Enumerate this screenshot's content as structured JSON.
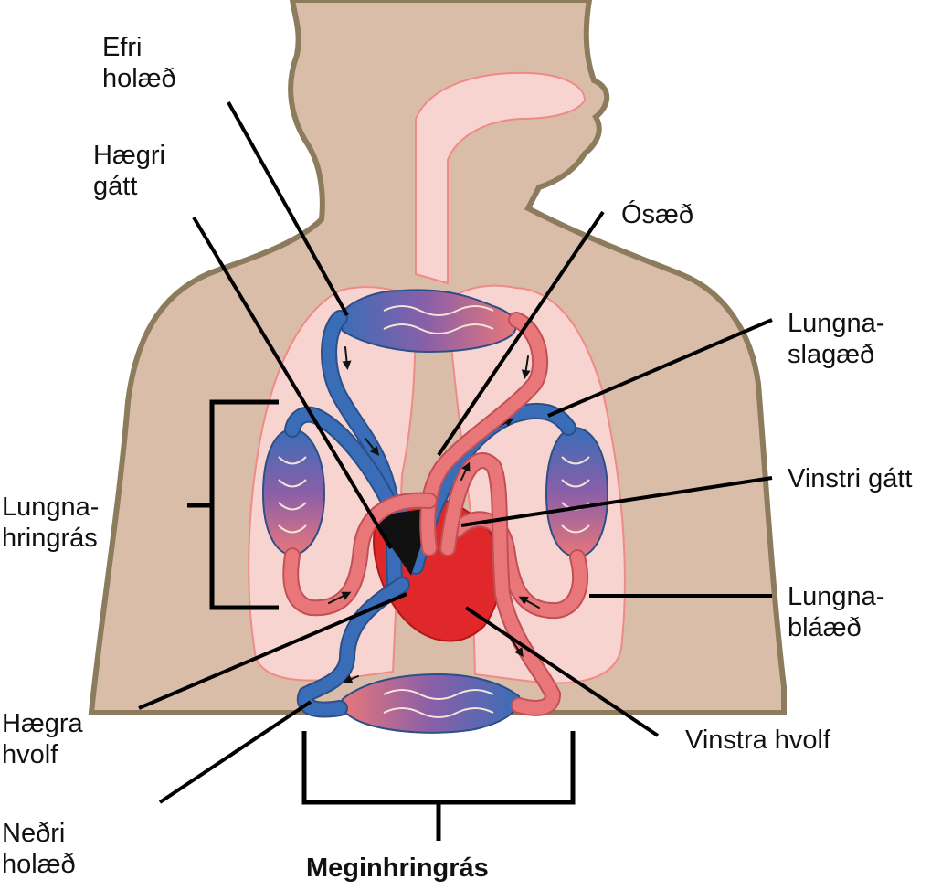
{
  "labels": {
    "superior_vena_cava": [
      "Efri",
      "holæð"
    ],
    "right_atrium": [
      "Hægri",
      "gátt"
    ],
    "aorta": [
      "Ósæð"
    ],
    "pulmonary_artery": [
      "Lungna-",
      "slagæð"
    ],
    "left_atrium": [
      "Vinstri gátt"
    ],
    "pulmonary_circulation": [
      "Lungna-",
      "hringrás"
    ],
    "pulmonary_vein": [
      "Lungna-",
      "bláæð"
    ],
    "right_ventricle": [
      "Hægra",
      "hvolf"
    ],
    "left_ventricle": [
      "Vinstra hvolf"
    ],
    "inferior_vena_cava": [
      "Neðri",
      "holæð"
    ],
    "systemic_circulation": "Meginhringrás"
  },
  "colors": {
    "body": "#d9bda8",
    "body_outline": "#8c7b5c",
    "lung": "#f8d4d0",
    "lung_outline": "#f08a86",
    "vein": "#3a6db8",
    "artery": "#e9777a",
    "capillary_mix": "#8a5fa8",
    "heart": "#e0282a",
    "leader": "#000000"
  }
}
